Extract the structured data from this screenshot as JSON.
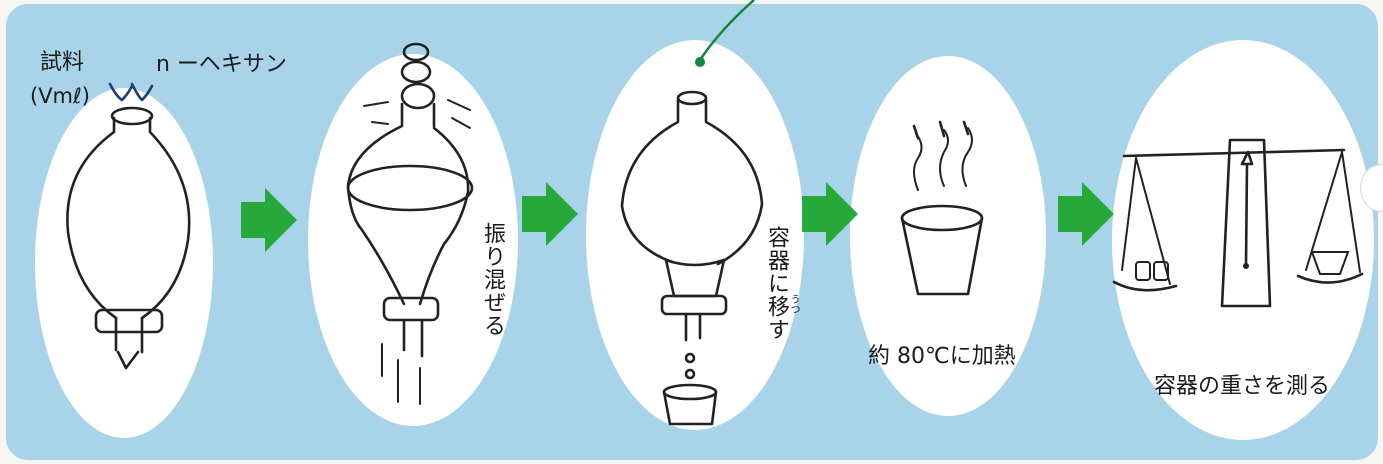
{
  "colors": {
    "panel": "#a9d3e8",
    "oval": "#ffffff",
    "arrow": "#27a83a",
    "callout": "#11883a",
    "ink": "#222222",
    "pen_blue": "#1f3d7a"
  },
  "step1": {
    "sample_label": "試料",
    "sample_volume": "(Vmℓ)",
    "solvent_label": "n ーヘキサン"
  },
  "step2": {
    "label": "振り混ぜる"
  },
  "step3": {
    "label": "容器に移す",
    "ruby": "うつ"
  },
  "step4": {
    "label": "約 80℃に加熱"
  },
  "step5": {
    "label": "容器の重さを測る"
  },
  "icons": [
    "separatory-funnel-icon",
    "shaking-funnel-icon",
    "funnel-draining-icon",
    "heated-beaker-icon",
    "balance-scale-icon",
    "flow-arrow-icon"
  ]
}
